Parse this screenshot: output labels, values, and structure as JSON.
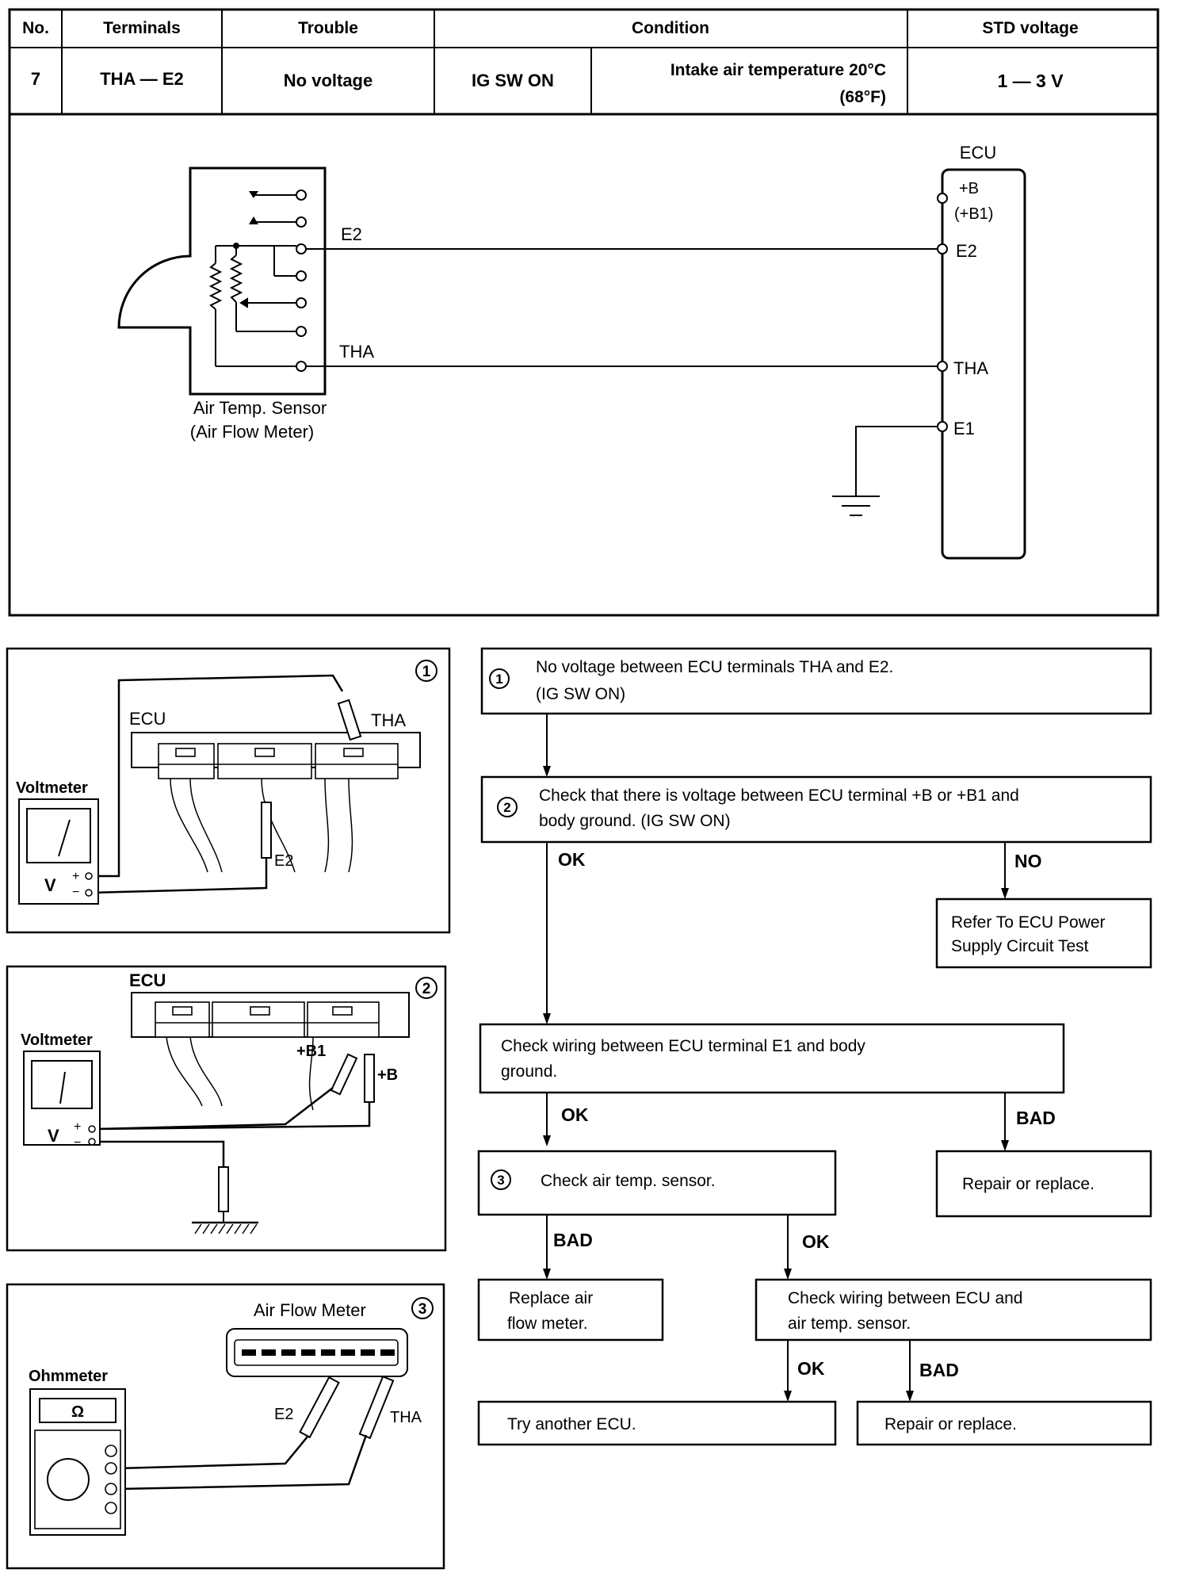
{
  "table": {
    "headers": {
      "no": "No.",
      "terminals": "Terminals",
      "trouble": "Trouble",
      "condition": "Condition",
      "std": "STD voltage"
    },
    "row": {
      "no": "7",
      "terminals": "THA — E2",
      "trouble": "No voltage",
      "condition_sw": "IG SW ON",
      "condition_temp_1": "Intake air temperature 20°C",
      "condition_temp_2": "(68°F)",
      "std": "1 — 3 V"
    }
  },
  "schematic": {
    "sensor_label_1": "Air Temp. Sensor",
    "sensor_label_2": "(Air Flow Meter)",
    "wire_e2": "E2",
    "wire_tha": "THA",
    "ecu_title": "ECU",
    "ecu_pins": {
      "b": "+B",
      "b1": "(+B1)",
      "e2": "E2",
      "tha": "THA",
      "e1": "E1"
    }
  },
  "fig1": {
    "num": "1",
    "ecu": "ECU",
    "tha": "THA",
    "meter": "Voltmeter",
    "v": "V",
    "plus": "+",
    "minus": "−",
    "e2": "E2"
  },
  "fig2": {
    "num": "2",
    "ecu": "ECU",
    "meter": "Voltmeter",
    "v": "V",
    "plus": "+",
    "minus": "−",
    "b1": "+B1",
    "b": "+B"
  },
  "fig3": {
    "num": "3",
    "afm": "Air Flow Meter",
    "meter": "Ohmmeter",
    "ohm": "Ω",
    "e2": "E2",
    "tha": "THA"
  },
  "flow": {
    "step1_num": "1",
    "step1_l1": "No voltage between ECU terminals THA and E2.",
    "step1_l2": "(IG SW ON)",
    "step2_num": "2",
    "step2_l1": "Check that there is voltage between ECU terminal +B or +B1 and",
    "step2_l2": "body ground. (IG SW ON)",
    "ok": "OK",
    "no": "NO",
    "bad": "BAD",
    "power_l1": "Refer To ECU Power",
    "power_l2": "Supply Circuit Test",
    "wiring_e1_l1": "Check wiring between ECU terminal E1 and body",
    "wiring_e1_l2": "ground.",
    "repair_1": "Repair or replace.",
    "step3_num": "3",
    "step3": "Check air temp. sensor.",
    "replace_l1": "Replace air",
    "replace_l2": "flow meter.",
    "wiring_sensor_l1": "Check wiring between ECU and",
    "wiring_sensor_l2": "air temp. sensor.",
    "try_ecu": "Try another ECU.",
    "repair_2": "Repair or replace."
  }
}
